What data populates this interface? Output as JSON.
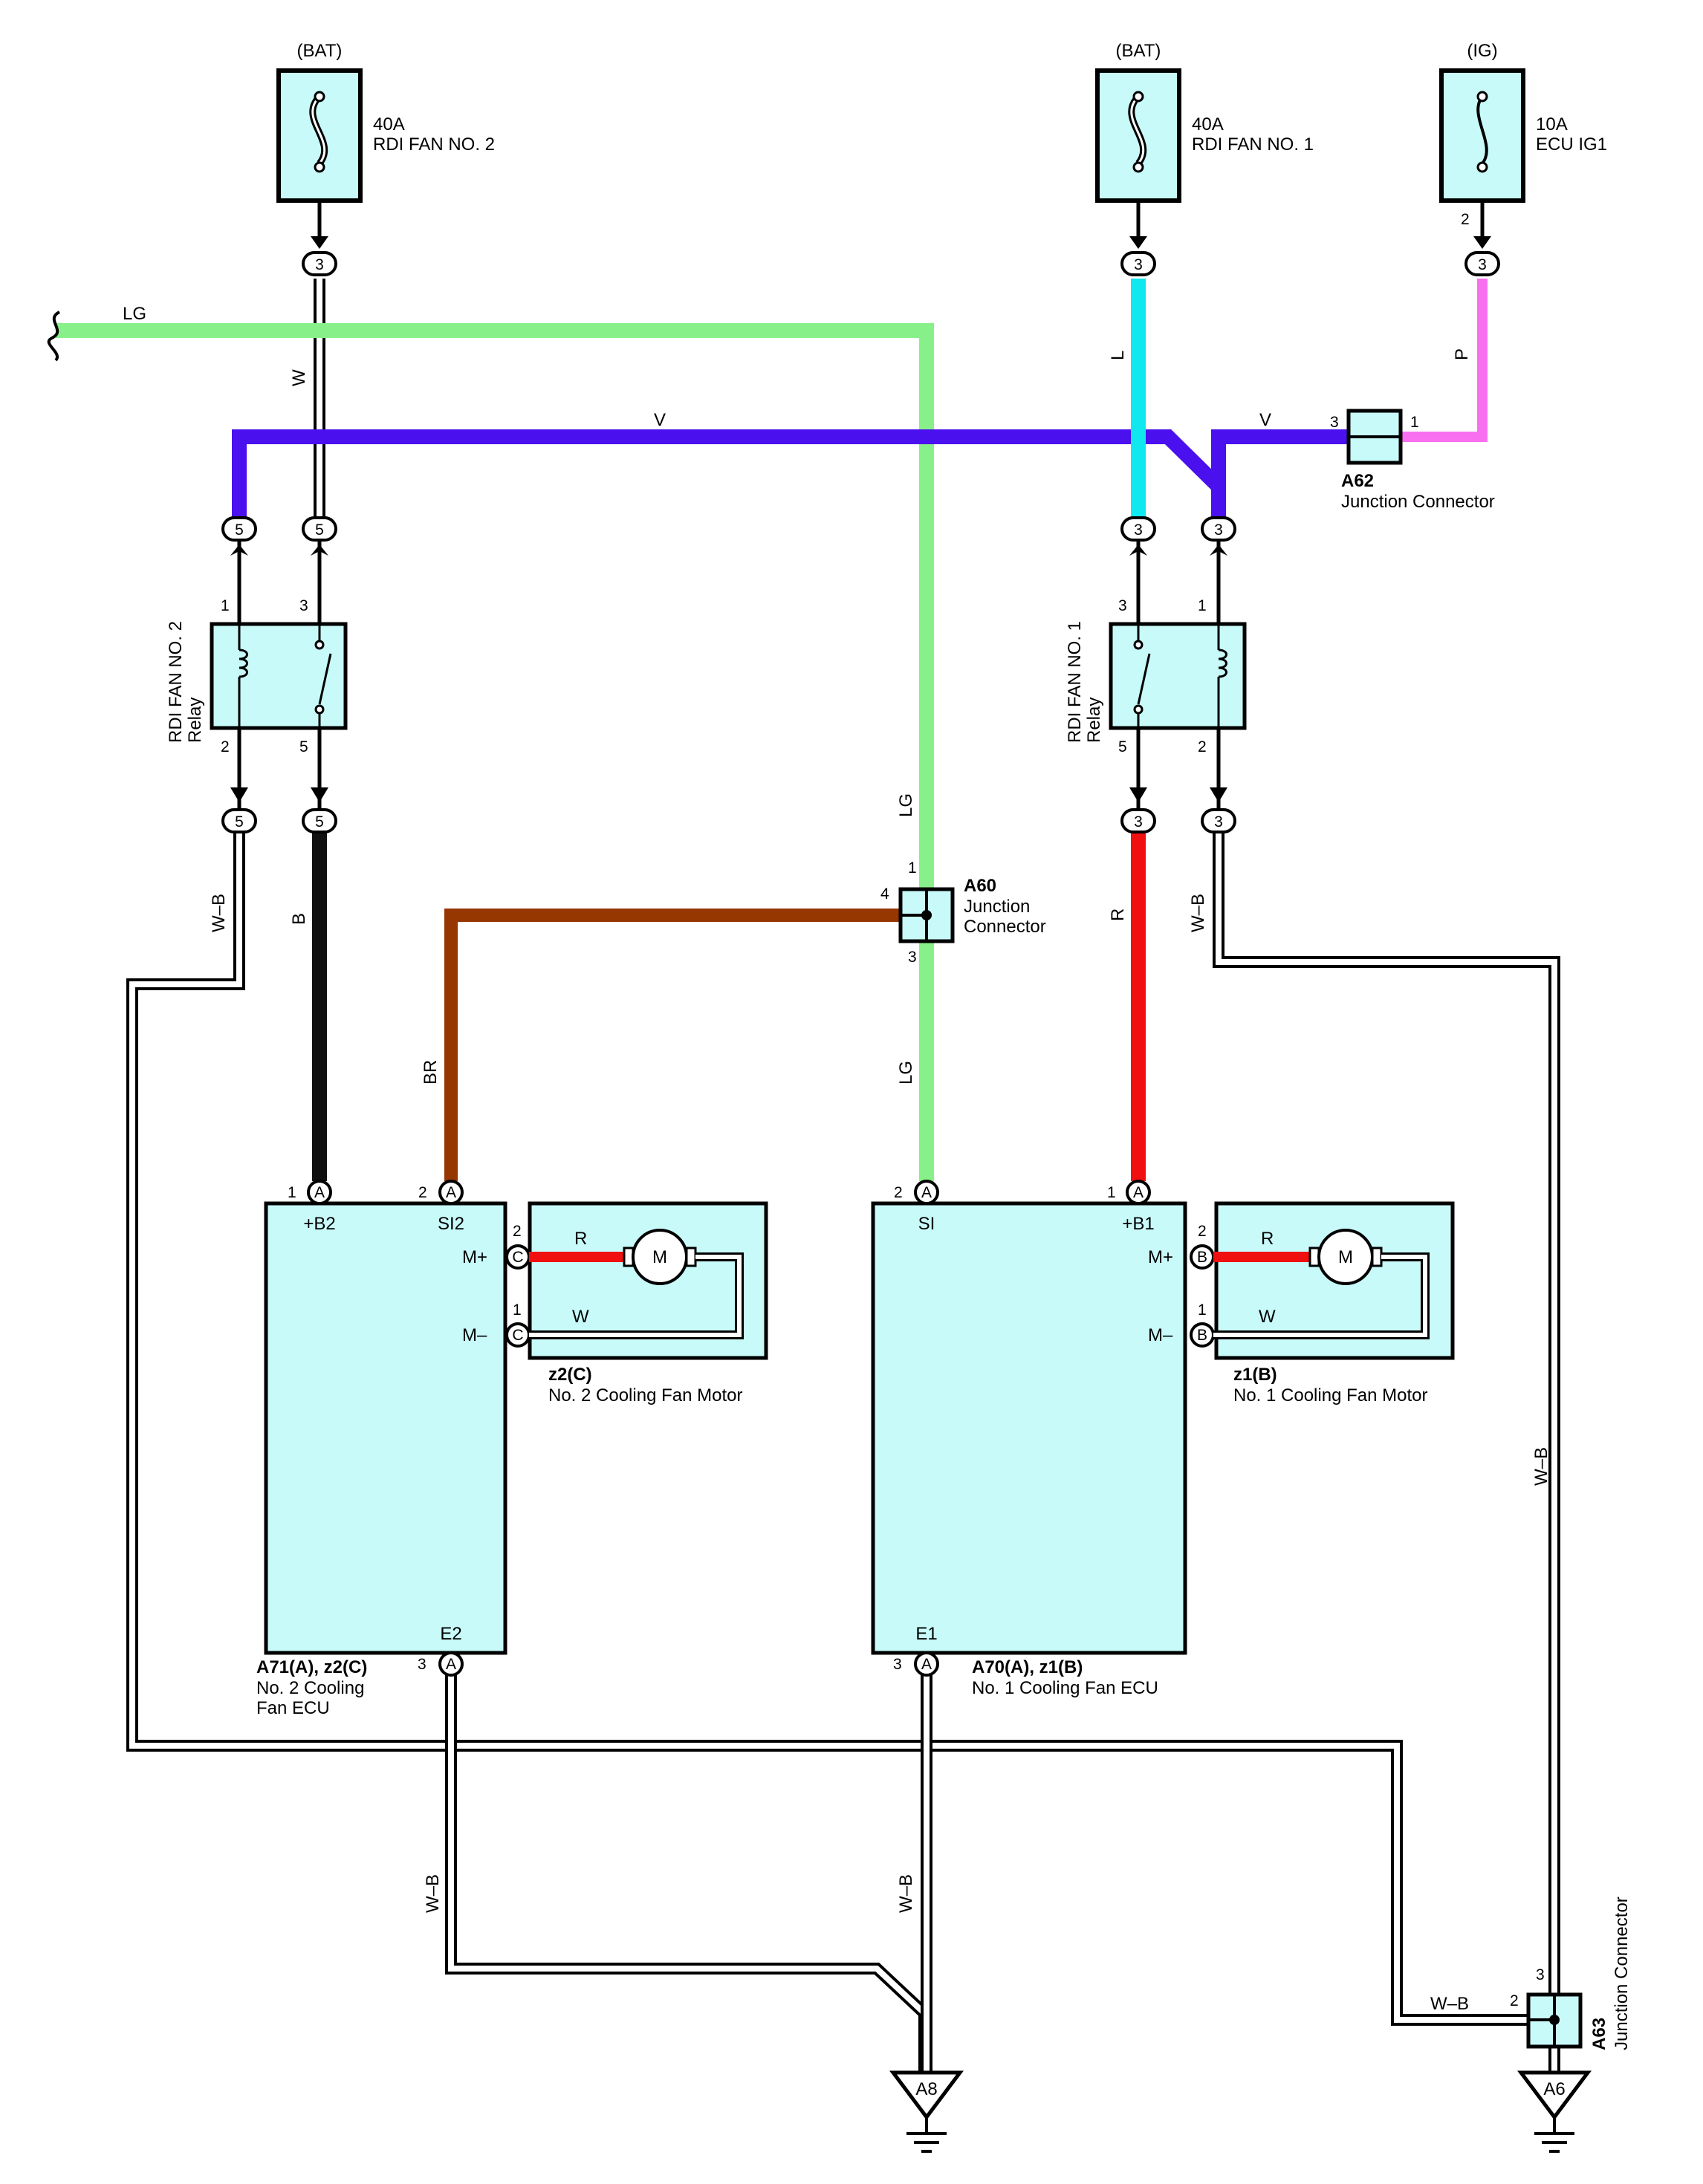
{
  "colors": {
    "lg": "#88f088",
    "v": "#4a10ee",
    "l": "#10e8f0",
    "p": "#f870f0",
    "br": "#963600",
    "r": "#f01010",
    "b": "#101010",
    "box_fill": "#c8fafa"
  },
  "fuses": {
    "fan2": {
      "source": "(BAT)",
      "amp": "40A",
      "name": "RDI FAN NO. 2",
      "pin": "3"
    },
    "fan1": {
      "source": "(BAT)",
      "amp": "40A",
      "name": "RDI FAN NO. 1",
      "pin": "3"
    },
    "ecu_ig1": {
      "source": "(IG)",
      "amp": "10A",
      "name": "ECU IG1",
      "pin_top": "2",
      "pin": "3"
    }
  },
  "wires": {
    "lg": "LG",
    "w": "W",
    "v": "V",
    "l": "L",
    "p": "P",
    "wb": "W–B",
    "b": "B",
    "br": "BR",
    "r": "R"
  },
  "connectors": {
    "a62": {
      "id": "A62",
      "label": "Junction Connector",
      "pin_left": "3",
      "pin_right": "1"
    },
    "a60": {
      "id": "A60",
      "label_line1": "Junction",
      "label_line2": "Connector",
      "pin_top": "1",
      "pin_left": "4",
      "pin_bottom": "3"
    },
    "a63": {
      "id": "A63",
      "label": "Junction Connector",
      "pin_top": "3",
      "pin_left": "2"
    }
  },
  "relays": {
    "fan2": {
      "line1": "RDI FAN NO. 2",
      "line2": "Relay",
      "pin_tl": "1",
      "pin_tr": "3",
      "pin_bl": "2",
      "pin_br": "5",
      "conn_top_left": "5",
      "conn_top_right": "5",
      "conn_bot_left": "5",
      "conn_bot_right": "5"
    },
    "fan1": {
      "line1": "RDI FAN NO. 1",
      "line2": "Relay",
      "pin_tl": "3",
      "pin_tr": "1",
      "pin_bl": "5",
      "pin_br": "2",
      "conn_top_left": "3",
      "conn_top_right": "3",
      "conn_bot_left": "3",
      "conn_bot_right": "3"
    }
  },
  "ecu2": {
    "pin_b2_num": "1",
    "pin_b2_letter": "A",
    "terminal_b2": "+B2",
    "pin_si2_num": "2",
    "pin_si2_letter": "A",
    "terminal_si2": "SI2",
    "pin_mp_num": "2",
    "pin_mp_letter": "C",
    "terminal_mp": "M+",
    "pin_mm_num": "1",
    "pin_mm_letter": "C",
    "terminal_mm": "M–",
    "pin_e2_num": "3",
    "pin_e2_letter": "A",
    "terminal_e2": "E2",
    "id": "A71(A), z2(C)",
    "name_line1": "No.  2 Cooling",
    "name_line2": "Fan ECU"
  },
  "ecu1": {
    "pin_si_num": "2",
    "pin_si_letter": "A",
    "terminal_si": "SI",
    "pin_b1_num": "1",
    "pin_b1_letter": "A",
    "terminal_b1": "+B1",
    "pin_mp_num": "2",
    "pin_mp_letter": "B",
    "terminal_mp": "M+",
    "pin_mm_num": "1",
    "pin_mm_letter": "B",
    "terminal_mm": "M–",
    "pin_e1_num": "3",
    "pin_e1_letter": "A",
    "terminal_e1": "E1",
    "id": "A70(A), z1(B)",
    "name": "No.  1 Cooling Fan ECU"
  },
  "motor2": {
    "id": "z2(C)",
    "name": "No.  2 Cooling Fan Motor",
    "symbol": "M",
    "wire_top": "R",
    "wire_bottom": "W"
  },
  "motor1": {
    "id": "z1(B)",
    "name": "No.  1 Cooling Fan Motor",
    "symbol": "M",
    "wire_top": "R",
    "wire_bottom": "W"
  },
  "grounds": {
    "a8": "A8",
    "a6": "A6"
  }
}
